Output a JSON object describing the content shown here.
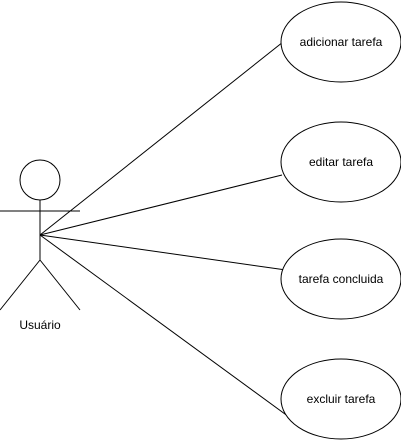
{
  "actor": {
    "name": "Usuário"
  },
  "use_cases": [
    {
      "label": "adicionar tarefa"
    },
    {
      "label": "editar tarefa"
    },
    {
      "label": "tarefa concluida"
    },
    {
      "label": "excluir tarefa"
    }
  ],
  "colors": {
    "stroke": "#000000",
    "fill": "#ffffff"
  }
}
